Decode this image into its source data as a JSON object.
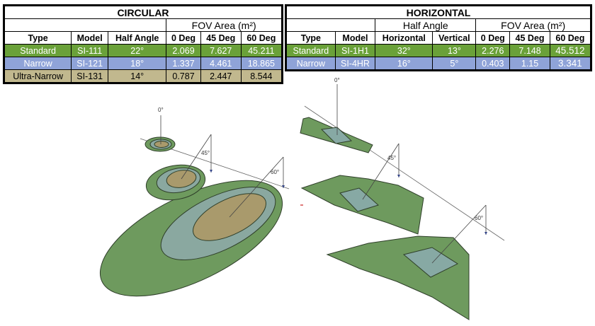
{
  "circular": {
    "title": "CIRCULAR",
    "fov_header": "FOV Area (m²)",
    "columns": [
      "Type",
      "Model",
      "Half Angle",
      "0 Deg",
      "45 Deg",
      "60 Deg"
    ],
    "rows": [
      {
        "type": "Standard",
        "model": "SI-111",
        "half_angle": "22°",
        "d0": "2.069",
        "d45": "7.627",
        "d60": "45.211"
      },
      {
        "type": "Narrow",
        "model": "SI-121",
        "half_angle": "18°",
        "d0": "1.337",
        "d45": "4.461",
        "d60": "18.865"
      },
      {
        "type": "Ultra-Narrow",
        "model": "SI-131",
        "half_angle": "14°",
        "d0": "0.787",
        "d45": "2.447",
        "d60": "8.544"
      }
    ]
  },
  "horizontal": {
    "title": "HORIZONTAL",
    "half_angle_header": "Half Angle",
    "fov_header": "FOV Area (m²)",
    "columns": [
      "Type",
      "Model",
      "Horizontal",
      "Vertical",
      "0 Deg",
      "45 Deg",
      "60 Deg"
    ],
    "rows": [
      {
        "type": "Standard",
        "model": "SI-1H1",
        "horizontal": "32°",
        "vertical": "13°",
        "d0": "2.276",
        "d45": "7.148",
        "d60": "45.512"
      },
      {
        "type": "Narrow",
        "model": "SI-4HR",
        "horizontal": "16°",
        "vertical": "5°",
        "d0": "0.403",
        "d45": "1.15",
        "d60": "3.341"
      }
    ]
  },
  "diagram": {
    "angle_labels": [
      "0°",
      "45°",
      "60°"
    ],
    "colors": {
      "outer": "#6e9a5e",
      "middle": "#8aa8a0",
      "inner": "#a99a6c",
      "rect": "#87a9a4",
      "stroke": "#2f3f2a"
    }
  }
}
